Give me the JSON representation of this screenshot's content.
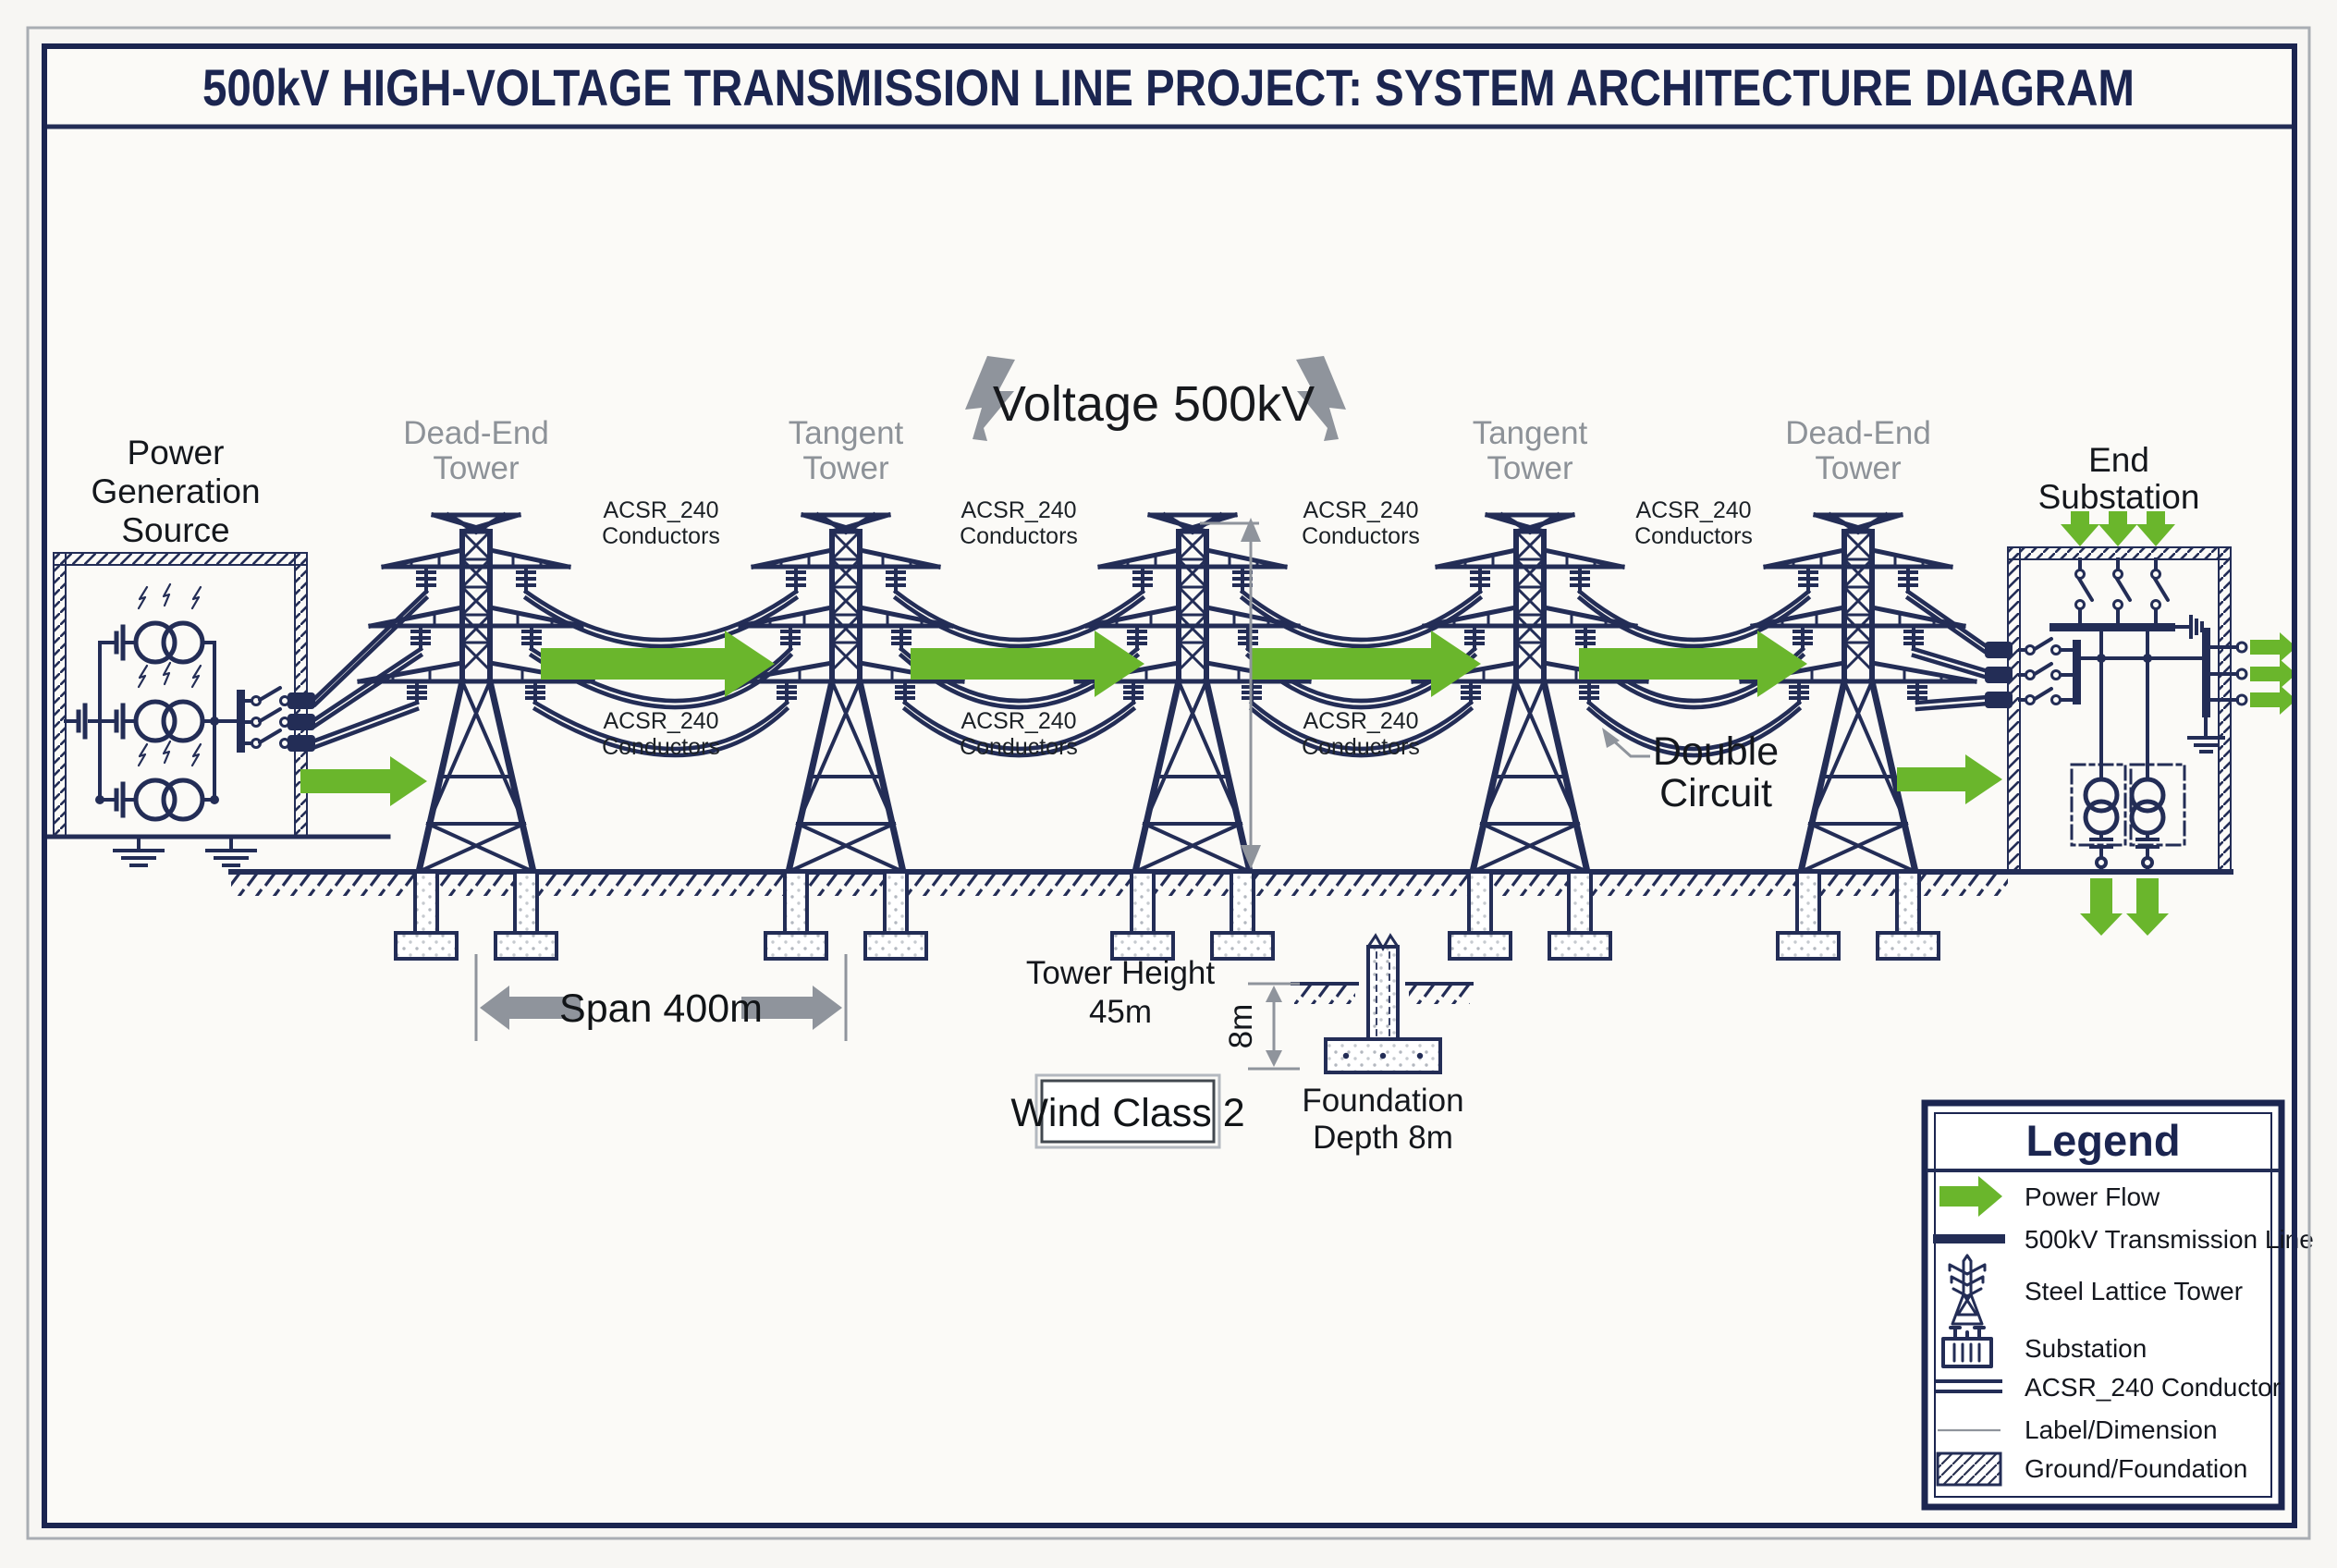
{
  "title": "500kV HIGH-VOLTAGE TRANSMISSION LINE PROJECT: SYSTEM ARCHITECTURE DIAGRAM",
  "voltage_label": "Voltage 500kV",
  "source_label": {
    "line1": "Power",
    "line2": "Generation",
    "line3": "Source"
  },
  "substation_label": {
    "line1": "End",
    "line2": "Substation"
  },
  "tower_labels": [
    {
      "line1": "Dead-End",
      "line2": "Tower"
    },
    {
      "line1": "Tangent",
      "line2": "Tower"
    },
    {
      "line1": "Tangent",
      "line2": "Tower"
    },
    {
      "line1": "Dead-End",
      "line2": "Tower"
    }
  ],
  "conductor_label": {
    "line1": "ACSR_240",
    "line2": "Conductors"
  },
  "double_circuit": {
    "line1": "Double",
    "line2": "Circuit"
  },
  "dimensions": {
    "span": "Span 400m",
    "tower_height_line1": "Tower Height",
    "tower_height_line2": "45m",
    "wind_class": "Wind Class 2",
    "foundation_depth": "8m",
    "foundation_line1": "Foundation",
    "foundation_line2": "Depth 8m"
  },
  "legend": {
    "title": "Legend",
    "items": [
      {
        "icon": "power-flow-arrow",
        "label": "Power Flow"
      },
      {
        "icon": "transmission-line",
        "label": "500kV Transmission Line"
      },
      {
        "icon": "steel-lattice-tower",
        "label": "Steel Lattice Tower"
      },
      {
        "icon": "substation",
        "label": "Substation"
      },
      {
        "icon": "acsr-conductor",
        "label": "ACSR_240 Conductor"
      },
      {
        "icon": "label-dimension-line",
        "label": "Label/Dimension"
      },
      {
        "icon": "ground-foundation-hatch",
        "label": "Ground/Foundation"
      }
    ]
  },
  "colors": {
    "navy": "#232d56",
    "green": "#6ab62c",
    "gray": "#8f949c",
    "title_navy": "#1b2550",
    "text_black": "#14171c",
    "page_background": "#fbfaf7"
  }
}
